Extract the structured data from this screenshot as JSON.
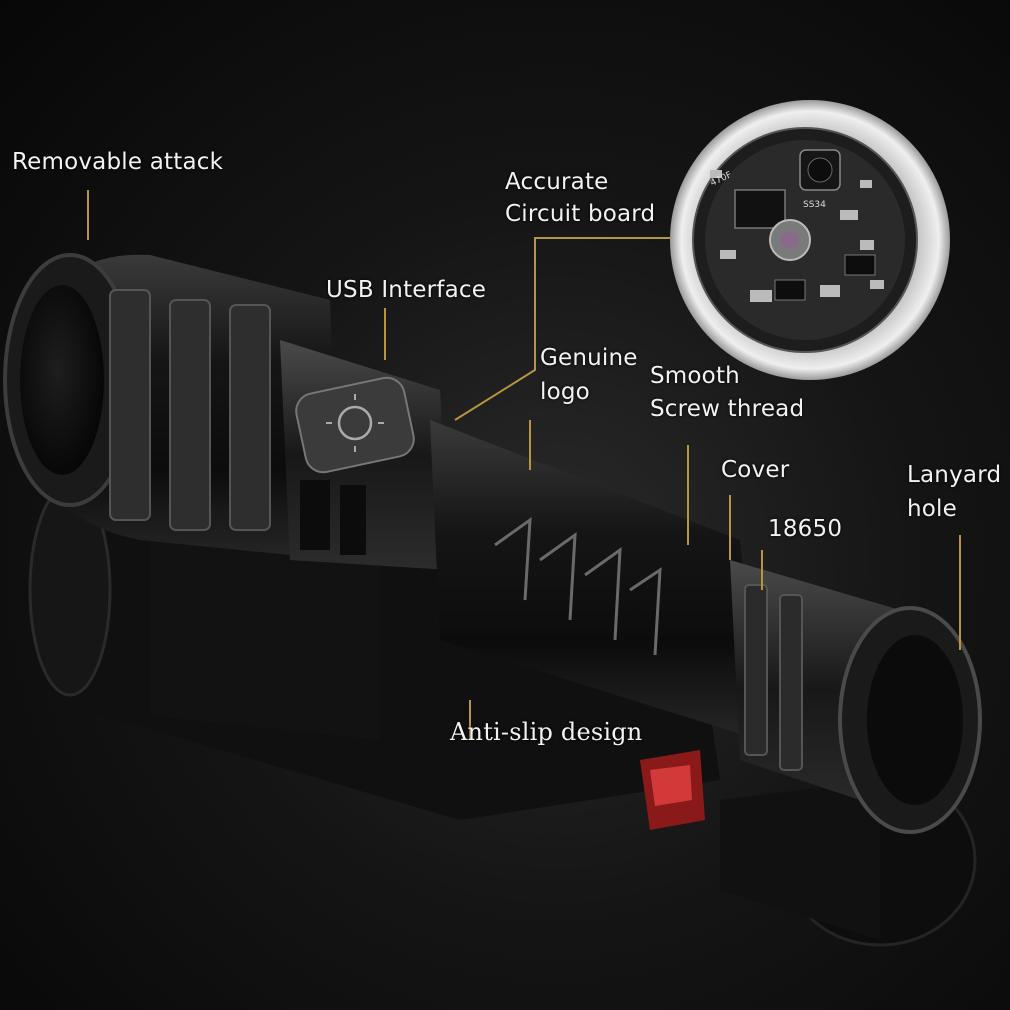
{
  "callouts": {
    "removable_attack": "Removable attack",
    "accurate": "Accurate",
    "circuit_board": "Circuit board",
    "usb_interface": "USB Interface",
    "genuine": "Genuine",
    "logo": "logo",
    "smooth": "Smooth",
    "screw_thread": "Screw thread",
    "cover": "Cover",
    "battery": "18650",
    "lanyard": "Lanyard",
    "hole": "hole",
    "anti_slip": "Anti-slip design"
  },
  "circuit_markings": {
    "chip": "SS34",
    "code": "470F"
  },
  "colors": {
    "leader_line": "#b8963f",
    "background": "#151515",
    "body_metal": "#1c1c1c"
  }
}
